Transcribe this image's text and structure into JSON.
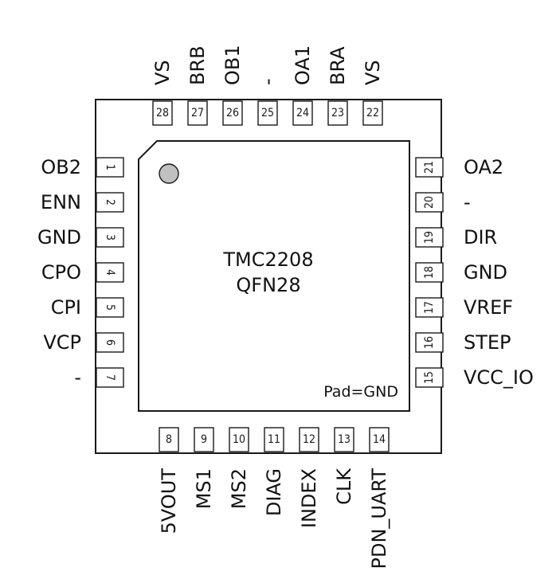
{
  "chip": {
    "name": "TMC2208",
    "package": "QFN28",
    "pad_label": "Pad=GND"
  },
  "pins": {
    "left": [
      {
        "num": "1",
        "label": "OB2"
      },
      {
        "num": "2",
        "label": "ENN"
      },
      {
        "num": "3",
        "label": "GND"
      },
      {
        "num": "4",
        "label": "CPO"
      },
      {
        "num": "5",
        "label": "CPI"
      },
      {
        "num": "6",
        "label": "VCP"
      },
      {
        "num": "7",
        "label": "-"
      }
    ],
    "bottom": [
      {
        "num": "8",
        "label": "5VOUT"
      },
      {
        "num": "9",
        "label": "MS1"
      },
      {
        "num": "10",
        "label": "MS2"
      },
      {
        "num": "11",
        "label": "DIAG"
      },
      {
        "num": "12",
        "label": "INDEX"
      },
      {
        "num": "13",
        "label": "CLK"
      },
      {
        "num": "14",
        "label": "PDN_UART"
      }
    ],
    "right": [
      {
        "num": "15",
        "label": "VCC_IO"
      },
      {
        "num": "16",
        "label": "STEP"
      },
      {
        "num": "17",
        "label": "VREF"
      },
      {
        "num": "18",
        "label": "GND"
      },
      {
        "num": "19",
        "label": "DIR"
      },
      {
        "num": "20",
        "label": "-"
      },
      {
        "num": "21",
        "label": "OA2"
      }
    ],
    "top": [
      {
        "num": "22",
        "label": "VS"
      },
      {
        "num": "23",
        "label": "BRA"
      },
      {
        "num": "24",
        "label": "OA1"
      },
      {
        "num": "25",
        "label": "-"
      },
      {
        "num": "26",
        "label": "OB1"
      },
      {
        "num": "27",
        "label": "BRB"
      },
      {
        "num": "28",
        "label": "VS"
      }
    ]
  }
}
